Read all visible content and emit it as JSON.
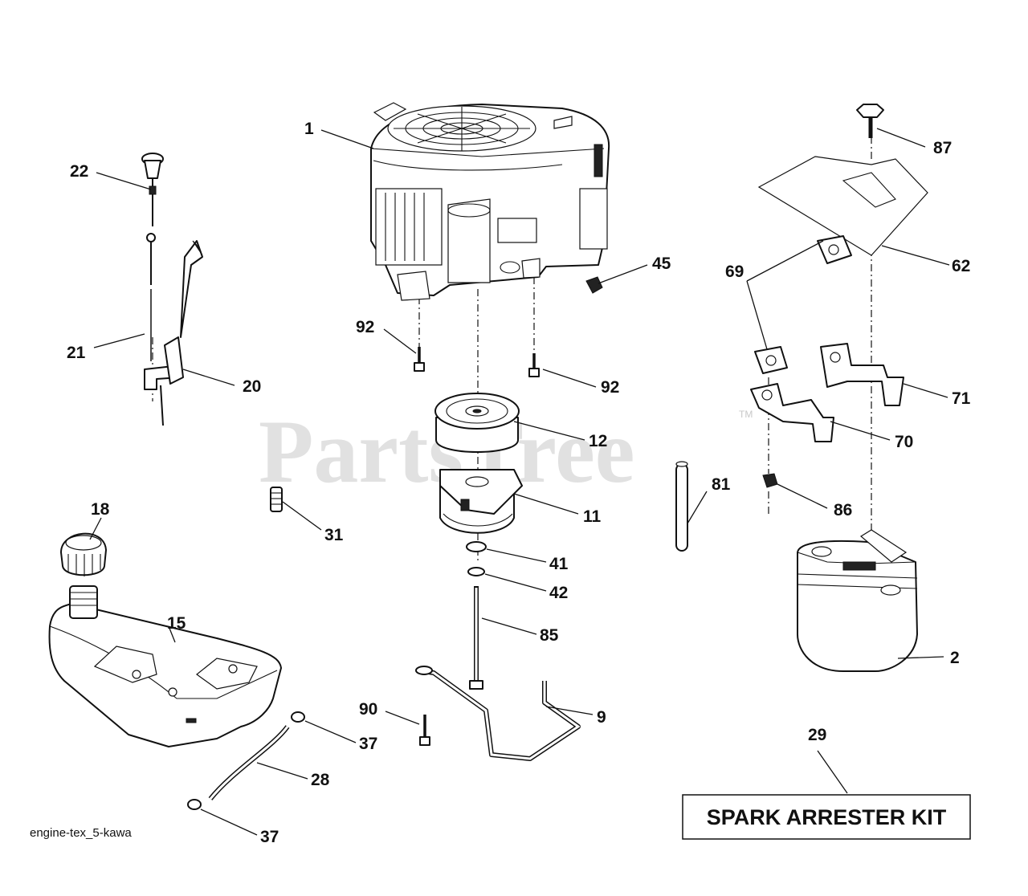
{
  "diagram": {
    "watermark": "PartsTree",
    "watermark_mark": "TM",
    "caption": "engine-tex_5-kawa",
    "kit_label": "SPARK ARRESTER KIT",
    "callouts": {
      "c1": "1",
      "c22": "22",
      "c87": "87",
      "c62": "62",
      "c45": "45",
      "c69": "69",
      "c92a": "92",
      "c92b": "92",
      "c21": "21",
      "c20": "20",
      "c71": "71",
      "c12": "12",
      "c70": "70",
      "c81": "81",
      "c11": "11",
      "c86": "86",
      "c31": "31",
      "c18": "18",
      "c41": "41",
      "c42": "42",
      "c15": "15",
      "c85": "85",
      "c2": "2",
      "c9": "9",
      "c90": "90",
      "c29": "29",
      "c37a": "37",
      "c28": "28",
      "c37b": "37"
    }
  }
}
